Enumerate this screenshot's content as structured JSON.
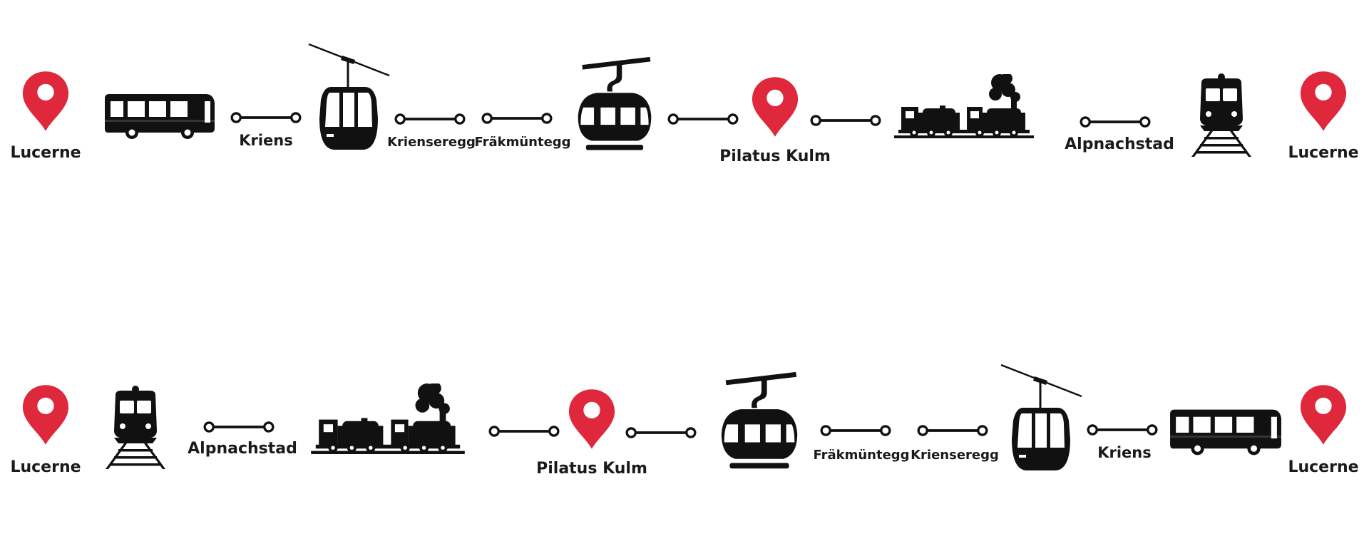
{
  "colors": {
    "pin": "#e0283c",
    "ink": "#111111",
    "text": "#1a1a1a"
  },
  "journeys": [
    {
      "stops": [
        {
          "type": "pin",
          "label": "Lucerne"
        },
        {
          "type": "bus-icon"
        },
        {
          "type": "connector",
          "label": "Kriens"
        },
        {
          "type": "gondola-small-icon"
        },
        {
          "type": "connector",
          "label": "Krienseregg"
        },
        {
          "type": "connector",
          "label": "Fräkmüntegg"
        },
        {
          "type": "gondola-large-icon"
        },
        {
          "type": "connector"
        },
        {
          "type": "pin",
          "label": "Pilatus Kulm"
        },
        {
          "type": "connector"
        },
        {
          "type": "cogwheel-train-icon"
        },
        {
          "type": "connector",
          "label": "Alpnachstad"
        },
        {
          "type": "train-icon"
        },
        {
          "type": "pin",
          "label": "Lucerne"
        }
      ]
    },
    {
      "stops": [
        {
          "type": "pin",
          "label": "Lucerne"
        },
        {
          "type": "train-icon"
        },
        {
          "type": "connector",
          "label": "Alpnachstad"
        },
        {
          "type": "cogwheel-train-icon"
        },
        {
          "type": "connector"
        },
        {
          "type": "pin",
          "label": "Pilatus Kulm"
        },
        {
          "type": "connector"
        },
        {
          "type": "gondola-large-icon"
        },
        {
          "type": "connector",
          "label": "Fräkmüntegg"
        },
        {
          "type": "connector",
          "label": "Krienseregg"
        },
        {
          "type": "gondola-small-icon"
        },
        {
          "type": "connector",
          "label": "Kriens"
        },
        {
          "type": "bus-icon"
        },
        {
          "type": "pin",
          "label": "Lucerne"
        }
      ]
    }
  ]
}
